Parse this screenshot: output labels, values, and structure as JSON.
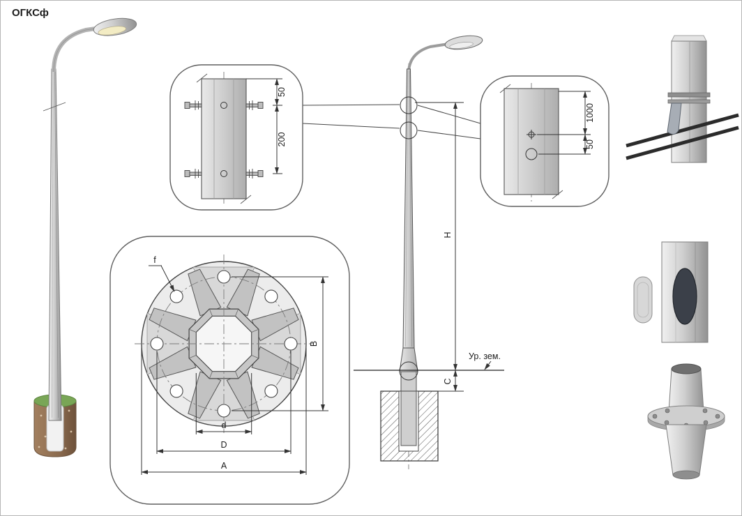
{
  "page": {
    "title": "ОГКСф"
  },
  "top_detail": {
    "dim_top_offset": "50",
    "dim_bolt_spacing": "200"
  },
  "right_detail": {
    "dim_height": "1000",
    "dim_hole_spacing": "50"
  },
  "elevation": {
    "dim_total_height": "H",
    "dim_embed": "C",
    "ground_level_label": "Ур. зем."
  },
  "flange": {
    "dim_outer": "A",
    "dim_bolt_span": "B",
    "dim_bolt_circle": "D",
    "dim_inner": "d",
    "dim_hole": "f"
  }
}
